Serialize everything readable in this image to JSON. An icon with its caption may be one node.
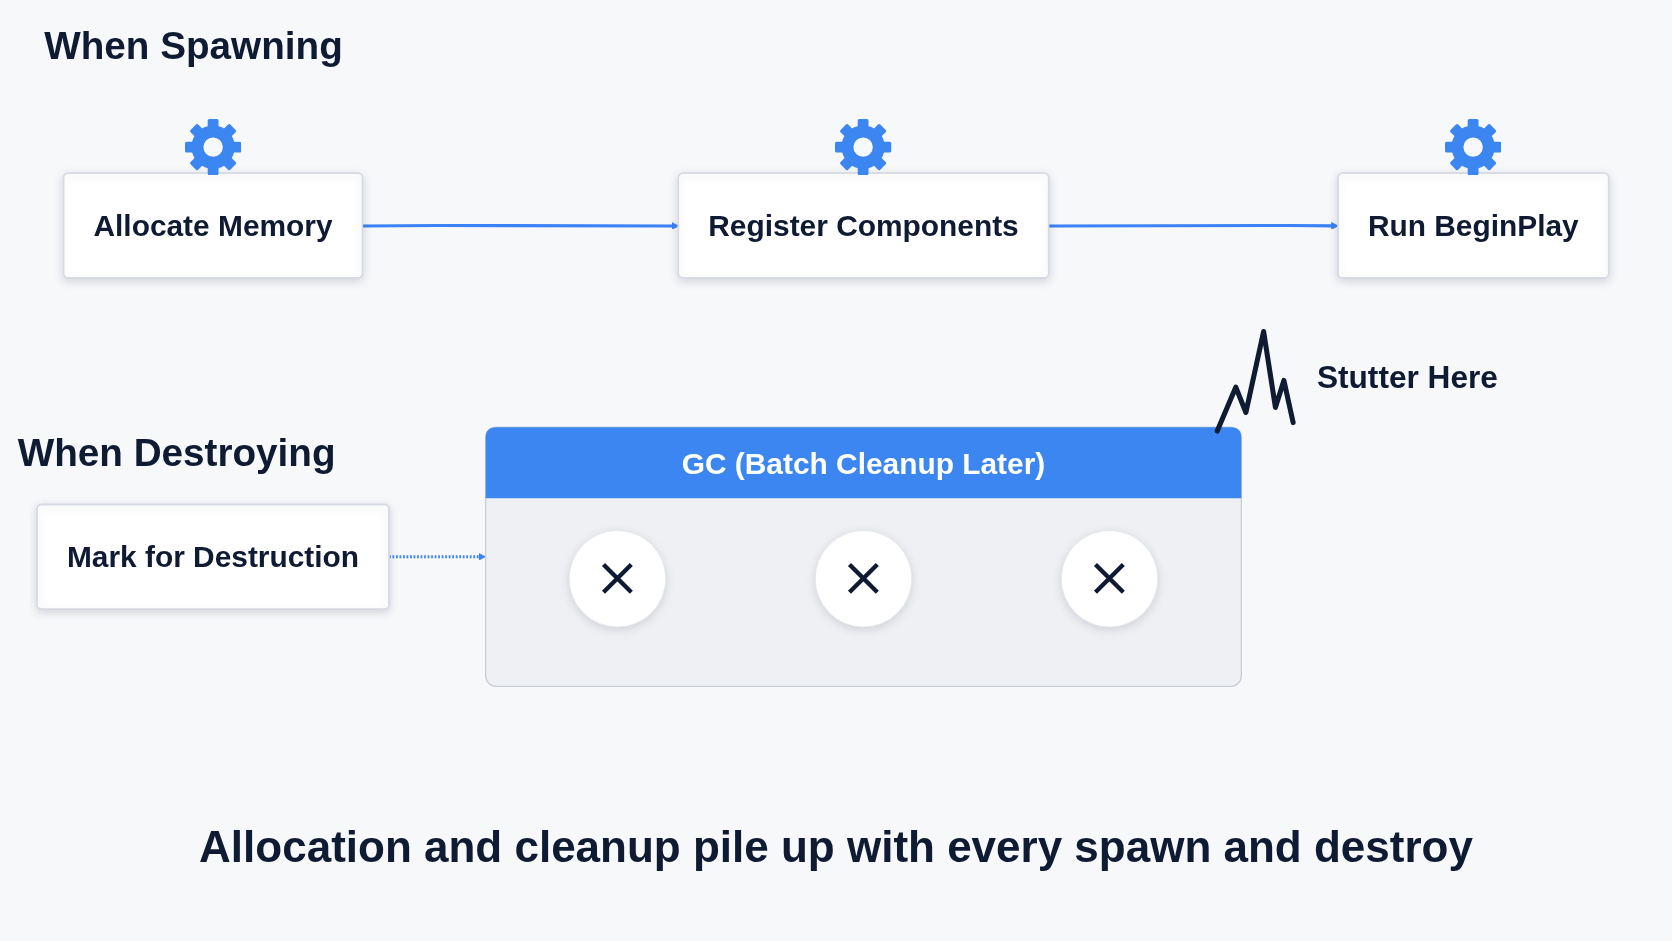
{
  "diagram": {
    "caption": "Allocation and cleanup pile up with every spawn and destroy",
    "nodes": [
      {
        "text": [
          "Allocate Memory"
        ]
      },
      {
        "text": [
          "Register Components"
        ]
      },
      {
        "text": [
          "Run BeginPlay"
        ]
      },
      {
        "text": [
          "Mark for Destruction"
        ]
      },
      {
        "text": [
          "GC (Batch Cleanup Later)"
        ]
      },
      {
        "text": [],
        "shape": "circle",
        "in": 4
      },
      {
        "text": [],
        "shape": "circle",
        "in": 4
      },
      {
        "text": [],
        "shape": "circle",
        "in": 4
      }
    ],
    "edges": [
      {
        "from": 0,
        "to": 1,
        "arrow": "to"
      },
      {
        "from": 1,
        "to": 2,
        "arrow": "to"
      },
      {
        "from": 3,
        "to": 4,
        "arrow": "to",
        "style": "dashed"
      }
    ],
    "labels": [
      "When Spawning",
      "When Destroying",
      "Stutter Here"
    ]
  }
}
